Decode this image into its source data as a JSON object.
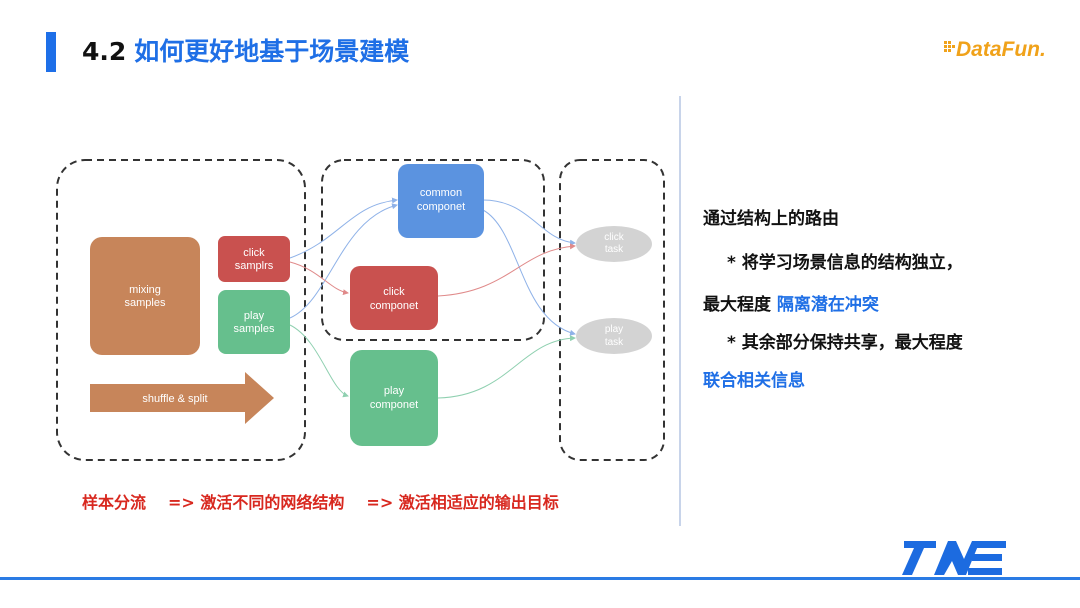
{
  "title": {
    "number": "4.2",
    "text": "如何更好地基于场景建模"
  },
  "logo": {
    "text": "DataFun."
  },
  "diagram": {
    "nodes": {
      "mixing_samples": [
        "mixing",
        "samples"
      ],
      "click_samples": [
        "click",
        "samplrs"
      ],
      "play_samples": [
        "play",
        "samples"
      ],
      "shuffle_split": "shuffle & split",
      "common_componet": [
        "common",
        "componet"
      ],
      "click_componet": [
        "click",
        "componet"
      ],
      "play_componet": [
        "play",
        "componet"
      ],
      "click_task": [
        "click",
        "task"
      ],
      "play_task": [
        "play",
        "task"
      ]
    },
    "colors": {
      "mixing": "#c7855a",
      "click": "#c9514f",
      "play": "#66bf8d",
      "common": "#5b93e0",
      "task": "#d3d3d3",
      "dashed_border": "#333333"
    }
  },
  "caption": {
    "part1": "样本分流",
    "part2": "=> 激活不同的网络结构",
    "part3": "=> 激活相适应的输出目标"
  },
  "right_panel": {
    "heading": "通过结构上的路由",
    "line1": "* 将学习场景信息的结构独立，",
    "line2_prefix": "最大程度 ",
    "line2_highlight": "隔离潜在冲突",
    "line3": "* 其余部分保持共享，最大程度",
    "line4_highlight": "联合相关信息"
  }
}
